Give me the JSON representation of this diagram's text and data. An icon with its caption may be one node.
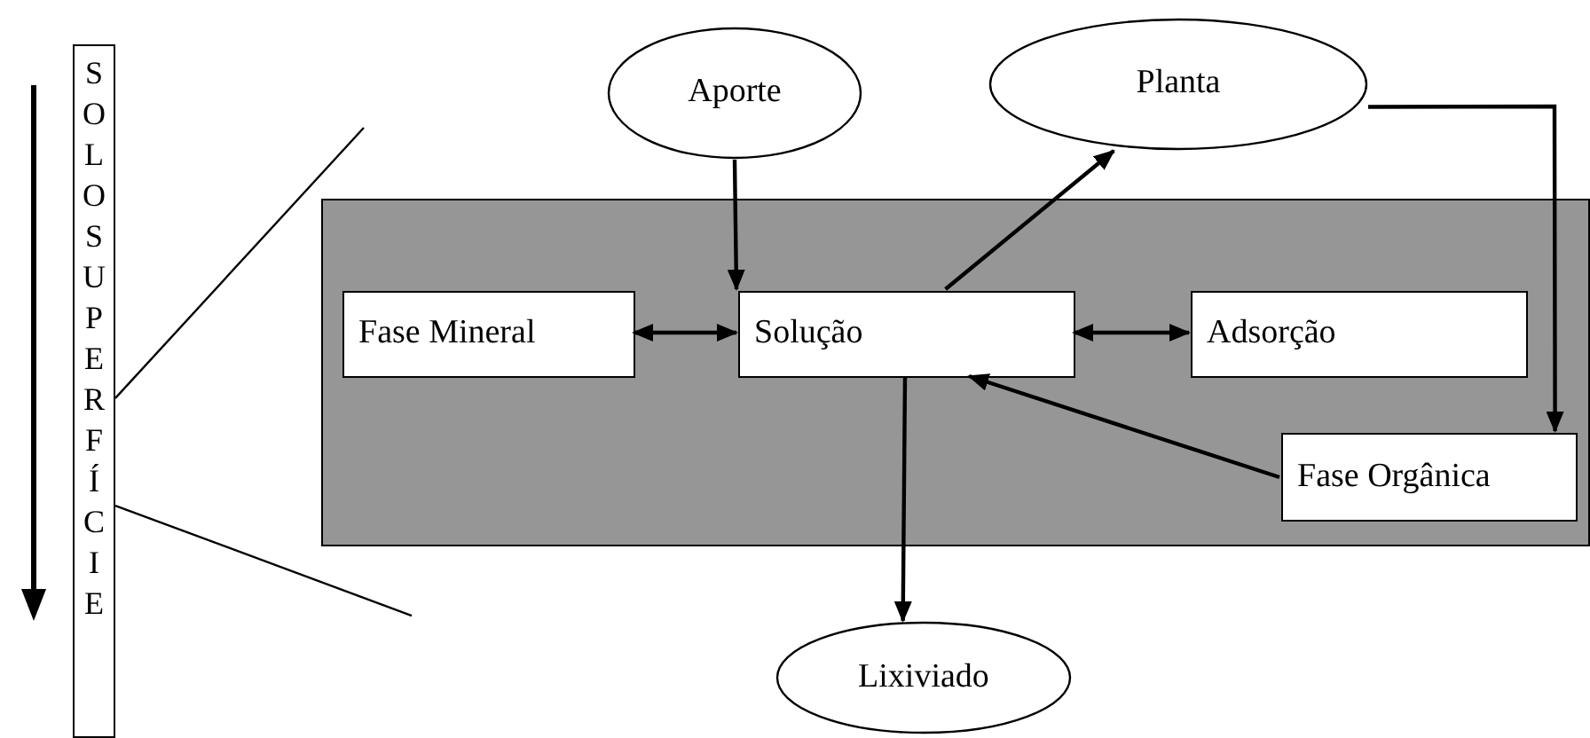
{
  "diagram": {
    "nodes": [
      {
        "text": [
          "SOLO SUPERFÍCIE"
        ]
      },
      {
        "text": [
          "Aporte"
        ]
      },
      {
        "text": [
          "Planta"
        ]
      },
      {
        "text": [],
        "shape": "box"
      },
      {
        "text": [
          "Fase Mineral"
        ],
        "in": 3
      },
      {
        "text": [
          "Solução"
        ],
        "in": 3
      },
      {
        "text": [
          "Adsorção"
        ],
        "in": 3
      },
      {
        "text": [
          "Fase Orgânica"
        ],
        "in": 3
      },
      {
        "text": [
          "Lixiviado"
        ]
      }
    ],
    "edges": [
      {
        "from": 1,
        "to": 5,
        "arrow": "to"
      },
      {
        "from": 5,
        "to": 2,
        "arrow": "to"
      },
      {
        "from": 4,
        "to": 5,
        "arrow": "both"
      },
      {
        "from": 5,
        "to": 6,
        "arrow": "both"
      },
      {
        "from": 2,
        "to": 7,
        "arrow": "to"
      },
      {
        "from": 7,
        "to": 5,
        "arrow": "to"
      },
      {
        "from": 5,
        "to": 8,
        "arrow": "to"
      },
      {
        "from": 0,
        "to": null,
        "arrow": "none"
      },
      {
        "from": 0,
        "to": null,
        "arrow": "none"
      }
    ]
  }
}
